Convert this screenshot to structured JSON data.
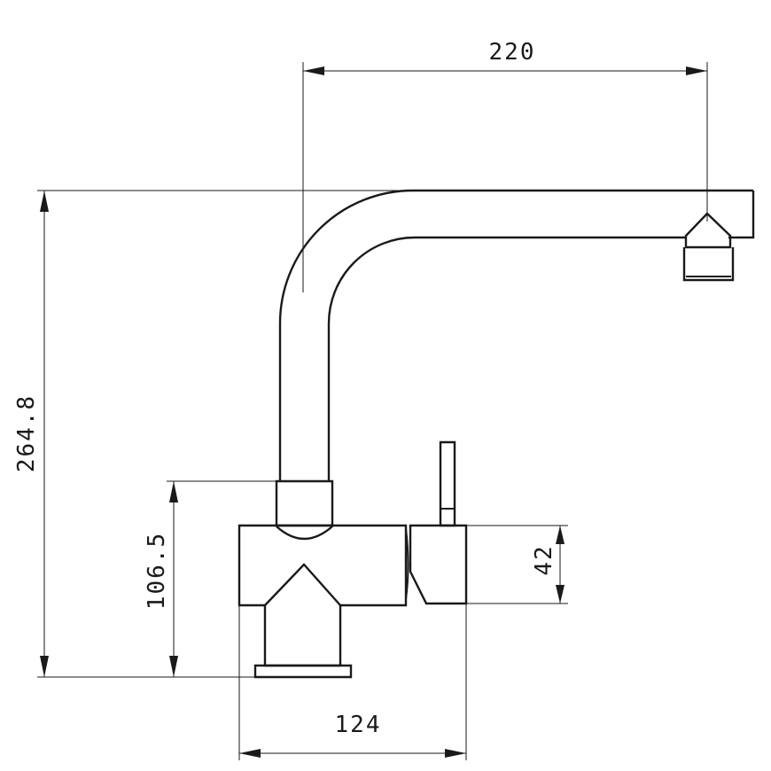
{
  "drawing": {
    "subject": "faucet side view",
    "dimensions": {
      "spout_reach": "220",
      "overall_height": "264.8",
      "body_height": "106.5",
      "body_depth": "124",
      "lever_body_height": "42"
    }
  }
}
